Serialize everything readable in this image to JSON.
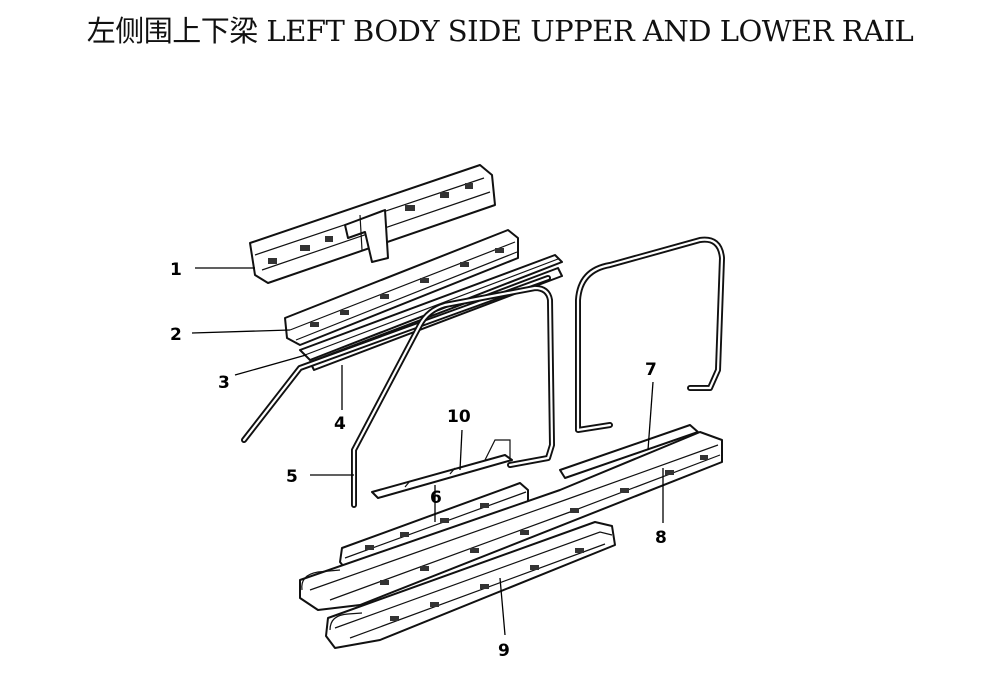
{
  "title": "左侧围上下梁 LEFT BODY SIDE UPPER AND LOWER RAIL",
  "callouts": [
    "1",
    "2",
    "3",
    "4",
    "5",
    "6",
    "7",
    "8",
    "9",
    "10"
  ]
}
